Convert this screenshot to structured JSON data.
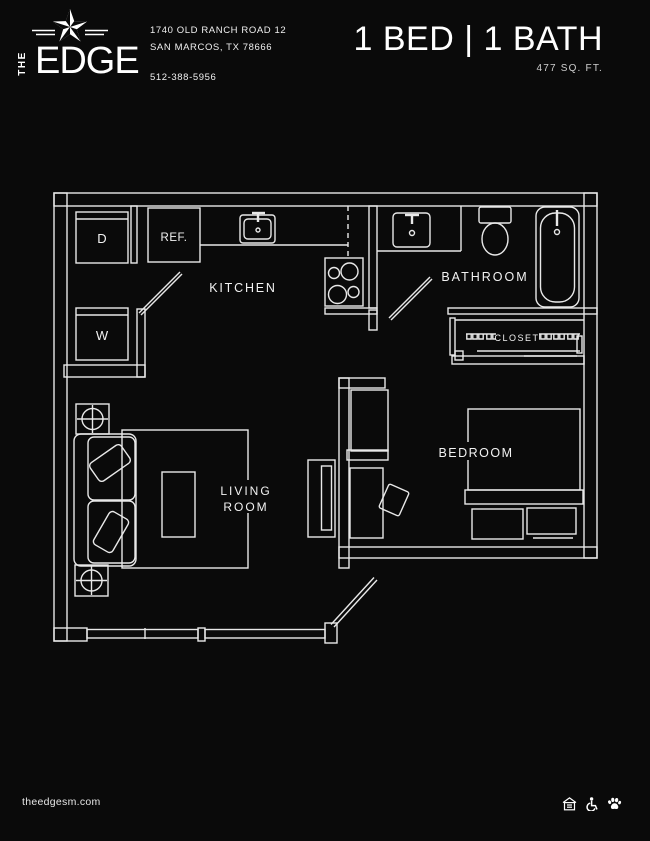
{
  "page": {
    "background": "#0a0a0a",
    "line_color": "#e8e8e8",
    "text_color": "#f2f2f2"
  },
  "header": {
    "logo": {
      "the": "THE",
      "name": "EDGE",
      "star_icon": "lone-star"
    },
    "address_line1": "1740 OLD RANCH ROAD 12",
    "address_line2": "SAN MARCOS, TX 78666",
    "phone": "512-388-5956",
    "unit_title": "1 BED | 1 BATH",
    "unit_area": "477 SQ. FT."
  },
  "floorplan": {
    "room_labels": {
      "kitchen": "KITCHEN",
      "bathroom": "BATHROOM",
      "bedroom": "BEDROOM",
      "living_room_line1": "LIVING",
      "living_room_line2": "ROOM",
      "closet": "CLOSET"
    },
    "appliance_labels": {
      "dryer": "D",
      "washer": "W",
      "refrigerator": "REF."
    }
  },
  "footer": {
    "website": "theedgesm.com",
    "icons": [
      "equal-housing-opportunity-icon",
      "handicap-accessible-icon",
      "pet-friendly-icon"
    ]
  }
}
